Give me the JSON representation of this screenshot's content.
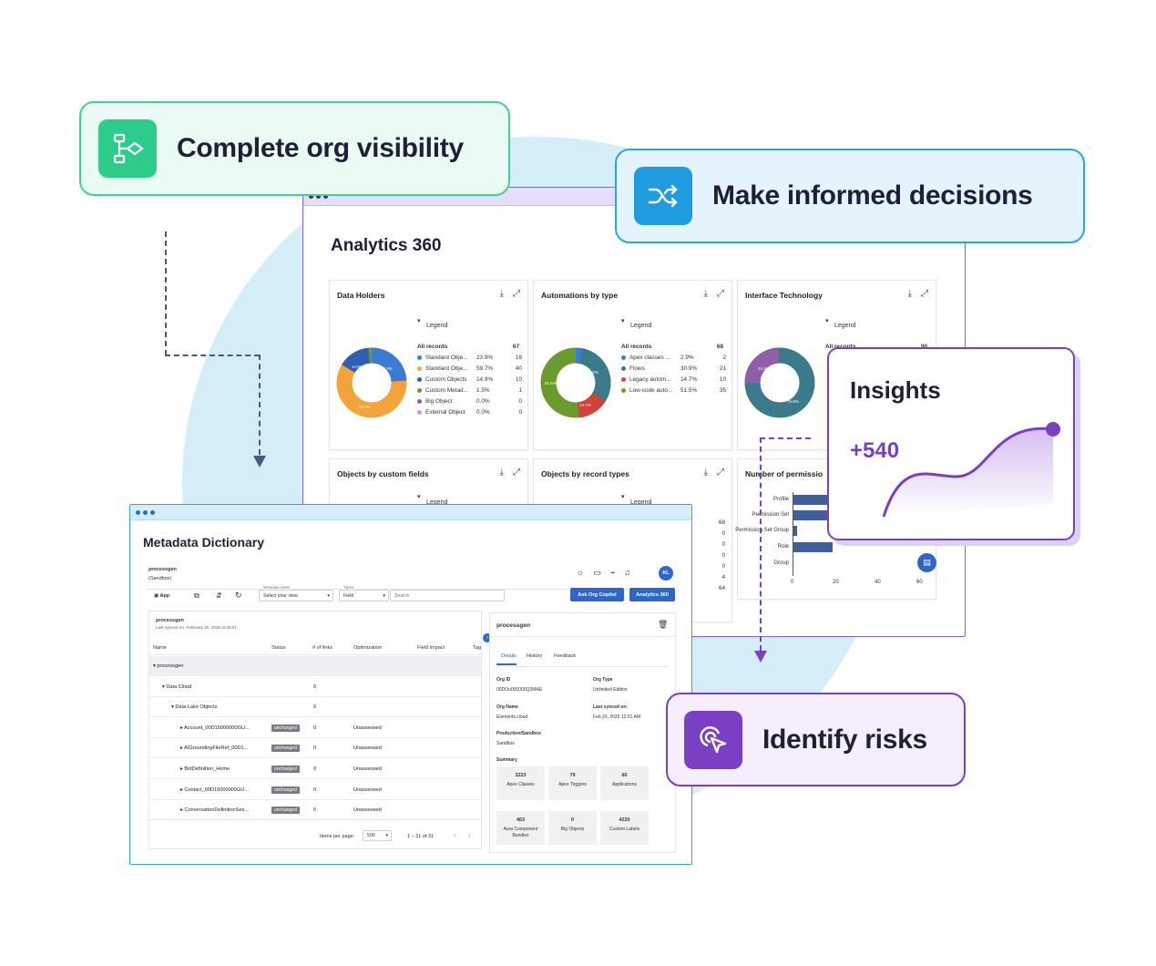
{
  "features": {
    "visibility": "Complete org visibility",
    "decisions": "Make informed decisions",
    "risks": "Identify risks"
  },
  "insights": {
    "title": "Insights",
    "value": "+540"
  },
  "colors": {
    "green": "#2ecc8a",
    "blue": "#1f9be0",
    "purple": "#7b3fc4",
    "navy": "#1f1f3a"
  },
  "analytics": {
    "title": "Analytics 360",
    "cards": [
      {
        "title": "Data Holders",
        "legend_title": "Legend",
        "header": {
          "name": "All records",
          "count": "67"
        },
        "rows": [
          {
            "name": "Standard Obje...",
            "pct": "23.9%",
            "count": "16",
            "color": "#3a7bd5"
          },
          {
            "name": "Standard Obje...",
            "pct": "59.7%",
            "count": "40",
            "color": "#f2a43a"
          },
          {
            "name": "Custom Objects",
            "pct": "14.9%",
            "count": "10",
            "color": "#2f5fb3"
          },
          {
            "name": "Custom Metad...",
            "pct": "1.5%",
            "count": "1",
            "color": "#6b9a2e"
          },
          {
            "name": "Big Object",
            "pct": "0.0%",
            "count": "0",
            "color": "#8e5fa8"
          },
          {
            "name": "External Object",
            "pct": "0.0%",
            "count": "0",
            "color": "#c59bdc"
          }
        ]
      },
      {
        "title": "Automations by type",
        "legend_title": "Legend",
        "header": {
          "name": "All records",
          "count": "68"
        },
        "rows": [
          {
            "name": "Apex classes ...",
            "pct": "2.9%",
            "count": "2",
            "color": "#3a7bd5"
          },
          {
            "name": "Flows",
            "pct": "30.9%",
            "count": "21",
            "color": "#3a7a8a"
          },
          {
            "name": "Legacy autom...",
            "pct": "14.7%",
            "count": "10",
            "color": "#d0433a"
          },
          {
            "name": "Low-code auto...",
            "pct": "51.5%",
            "count": "35",
            "color": "#6b9a2e"
          }
        ]
      },
      {
        "title": "Interface Technology",
        "legend_title": "Legend",
        "header": {
          "name": "All records",
          "count": "90"
        }
      }
    ],
    "card_titles_row2": [
      "Objects by custom fields",
      "Objects by record types",
      "Number of permissio"
    ],
    "row2_legend": "Legend",
    "permissions_y_labels": [
      "Profile",
      "Permission Set",
      "Permission Set Group",
      "Role",
      "Group"
    ],
    "permissions_x_ticks": [
      "0",
      "20",
      "40",
      "60"
    ],
    "partial_counts": [
      "68",
      "0",
      "0",
      "0",
      "0",
      "4",
      "64"
    ]
  },
  "donut_labels": {
    "data_holders": [
      "23.9%",
      "59.7%",
      "14.9%"
    ],
    "automations": [
      "30.9%",
      "14.7%",
      "51.5%"
    ],
    "interface": [
      "24.4%",
      "75.6%"
    ]
  },
  "metadata": {
    "title": "Metadata Dictionary",
    "org": "processgen",
    "org_type": "(Sandbox)",
    "avatar": "KL",
    "toolbar": {
      "app": "App",
      "view_label": "Metadata views",
      "view_value": "Select your view",
      "types_label": "Types",
      "types_value": "Field",
      "search_placeholder": "Search",
      "ask_copilot": "Ask Org Copilot",
      "analytics": "Analytics 360"
    },
    "panel_org": "processgen",
    "last_synced": "Last synced on: February 20, 2025 at 00:01",
    "columns": [
      "Name",
      "Status",
      "# of links",
      "Optimization",
      "Field impact",
      "Tag"
    ],
    "rows": [
      {
        "name": "▾ processgen",
        "status": "",
        "links": "",
        "opt": ""
      },
      {
        "name": "▾ Data Cloud",
        "status": "",
        "links": "0",
        "opt": ""
      },
      {
        "name": "▾ Data Lake Objects",
        "status": "",
        "links": "0",
        "opt": ""
      },
      {
        "name": "▸ Account_00D15000000GU...",
        "status": "unchanged",
        "links": "0",
        "opt": "Unassessed"
      },
      {
        "name": "▸ AIGroundingFileRef_00D1...",
        "status": "unchanged",
        "links": "0",
        "opt": "Unassessed"
      },
      {
        "name": "▸ BotDefinition_Home",
        "status": "unchanged",
        "links": "0",
        "opt": "Unassessed"
      },
      {
        "name": "▸ Contact_00D15000000GU...",
        "status": "unchanged",
        "links": "0",
        "opt": "Unassessed"
      },
      {
        "name": "▸ ConversationDefinitionSes...",
        "status": "unchanged",
        "links": "0",
        "opt": "Unassessed"
      }
    ],
    "pagination": {
      "items_label": "Items per page:",
      "per_page": "500",
      "range": "1 – 31 of 31"
    },
    "detail": {
      "title": "processgen",
      "tabs": [
        "Details",
        "History",
        "Feedback"
      ],
      "org_id_label": "Org ID",
      "org_id": "00DOu000000Q3MAE",
      "org_type_label": "Org Type",
      "org_type": "Unlimited Edition",
      "org_name_label": "Org Name",
      "org_name": "Elements.cloud",
      "last_synced_label": "Last synced on:",
      "last_synced": "Feb 20, 2025 12:01 AM",
      "prod_label": "Production/Sandbox",
      "prod": "Sandbox",
      "summary_label": "Summary",
      "summary": [
        {
          "v": "3223",
          "l": "Apex Classes"
        },
        {
          "v": "79",
          "l": "Apex Triggers"
        },
        {
          "v": "60",
          "l": "Applications"
        },
        {
          "v": "463",
          "l": "Aura Component Bundles"
        },
        {
          "v": "0",
          "l": "Big Objects"
        },
        {
          "v": "4220",
          "l": "Custom Labels"
        }
      ]
    }
  }
}
